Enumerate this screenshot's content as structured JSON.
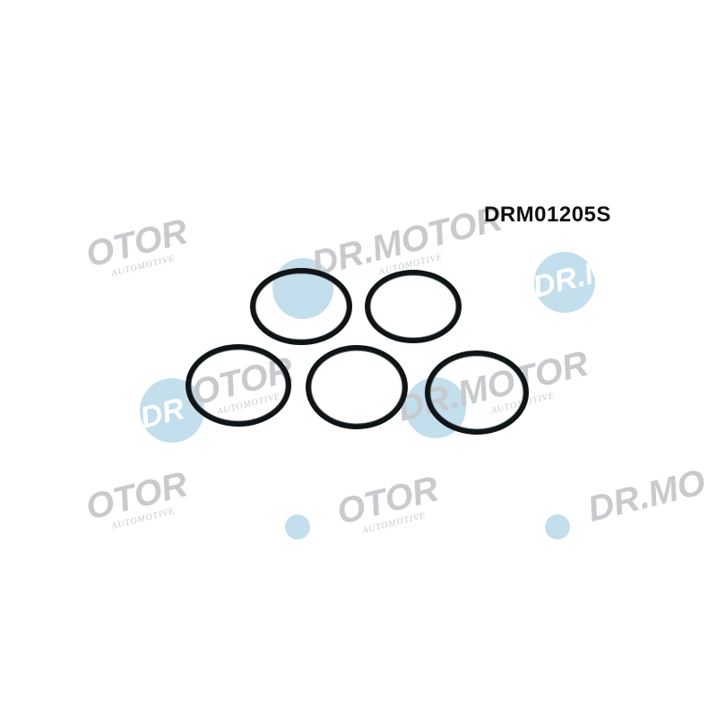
{
  "product": {
    "code": "DRM01205S"
  },
  "watermark": {
    "brand_full": "DR.MOTOR",
    "brand_partial": "OTOR",
    "brand_right": "DR.MO",
    "sub": "AUTOMOTIVE",
    "badge_text": "DR"
  },
  "parts": {
    "ring_count": 5
  },
  "colors": {
    "background": "#ffffff",
    "ring": "#0f1416",
    "watermark_gray": "#c8cacd",
    "watermark_blue": "#b9d8ea"
  }
}
